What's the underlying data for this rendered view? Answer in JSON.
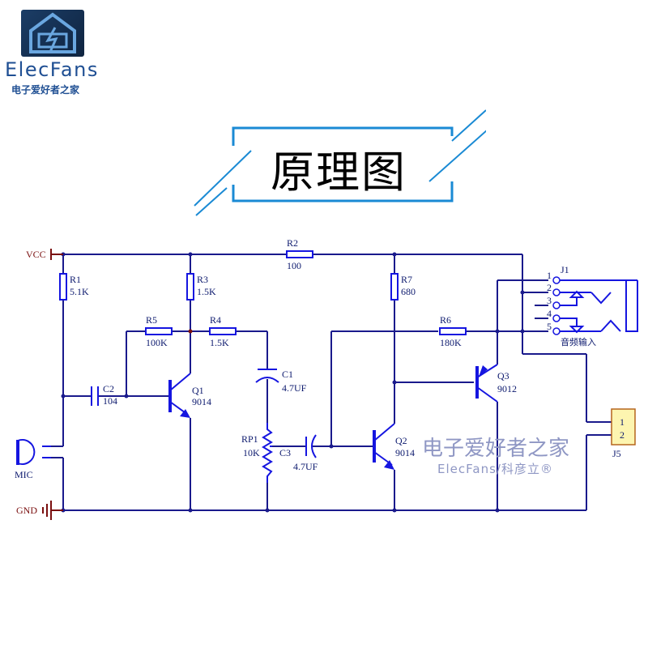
{
  "logo": {
    "brand": "ElecFans",
    "subtitle": "电子爱好者之家",
    "icon": "house-lightning-icon"
  },
  "title": "原理图",
  "schematic": {
    "power": {
      "vcc": "VCC",
      "gnd": "GND"
    },
    "components": {
      "R1": {
        "ref": "R1",
        "value": "5.1K"
      },
      "R2": {
        "ref": "R2",
        "value": "100"
      },
      "R3": {
        "ref": "R3",
        "value": "1.5K"
      },
      "R4": {
        "ref": "R4",
        "value": "1.5K"
      },
      "R5": {
        "ref": "R5",
        "value": "100K"
      },
      "R6": {
        "ref": "R6",
        "value": "180K"
      },
      "R7": {
        "ref": "R7",
        "value": "680"
      },
      "C1": {
        "ref": "C1",
        "value": "4.7UF"
      },
      "C2": {
        "ref": "C2",
        "value": "104"
      },
      "C3": {
        "ref": "C3",
        "value": "4.7UF"
      },
      "RP1": {
        "ref": "RP1",
        "value": "10K"
      },
      "Q1": {
        "ref": "Q1",
        "value": "9014"
      },
      "Q2": {
        "ref": "Q2",
        "value": "9014"
      },
      "Q3": {
        "ref": "Q3",
        "value": "9012"
      },
      "MIC": {
        "ref": "MIC"
      },
      "J1": {
        "ref": "J1",
        "pins": [
          "1",
          "2",
          "3",
          "4",
          "5"
        ],
        "caption": "音频输入"
      },
      "J5": {
        "ref": "J5",
        "pins": [
          "1",
          "2"
        ]
      }
    }
  },
  "watermark": {
    "line1": "电子爱好者之家",
    "line2": "ElecFans/科彦立®"
  },
  "colors": {
    "wire": "#1a1a8c",
    "component": "#1515e0",
    "power": "#7a0f0f",
    "title_frame": "#1a8ad4",
    "connector_fill": "#fdf5b0",
    "connector_border": "#b5651d"
  }
}
